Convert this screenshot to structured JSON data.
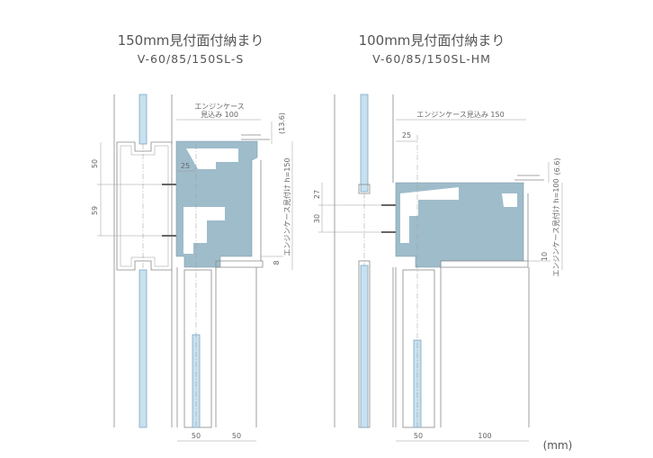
{
  "left": {
    "title": "150mm見付面付納まり",
    "model": "V-60/85/150SL-S",
    "engine_case_label_1": "エンジンケース",
    "engine_case_label_2": "見込み 100",
    "dim_top": "(13.6)",
    "dim_height": "エンジンケース見付け h=150",
    "dim_50": "50",
    "dim_59": "59",
    "dim_25": "25",
    "dim_8": "8",
    "bottom_1": "50",
    "bottom_2": "50"
  },
  "right": {
    "title": "100mm見付面付納まり",
    "model": "V-60/85/150SL-HM",
    "engine_case_label": "エンジンケース見込み 150",
    "dim_top": "(6.6)",
    "dim_height": "エンジンケース見付け h=100",
    "dim_27": "27",
    "dim_30": "30",
    "dim_25": "25",
    "dim_10": "10",
    "bottom_1": "50",
    "bottom_2": "100"
  },
  "unit": "(mm)",
  "colors": {
    "case": "#9fbccb",
    "glass": "#c9e0ee",
    "line": "#888888"
  }
}
